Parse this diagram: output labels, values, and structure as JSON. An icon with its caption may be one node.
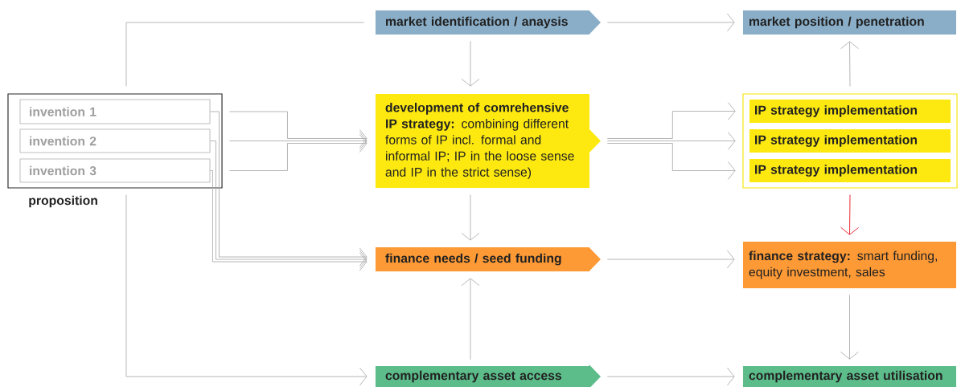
{
  "diagram": {
    "nodes": [
      {
        "text": [
          "proposition"
        ]
      },
      {
        "text": [
          "invention 1"
        ],
        "in": 0
      },
      {
        "text": [
          "invention 2"
        ],
        "in": 0
      },
      {
        "text": [
          "invention 3"
        ],
        "in": 0
      },
      {
        "text": [
          "market identification / anaysis"
        ]
      },
      {
        "text": [
          "**development of comrehensive IP strategy:** combining different forms of IP incl. formal and informal IP; IP in the loose sense and IP in the strict sense)"
        ]
      },
      {
        "text": [
          "finance needs / seed funding"
        ]
      },
      {
        "text": [
          "complementary asset access"
        ]
      },
      {
        "text": [
          "market position / penetration"
        ]
      },
      {
        "text": [],
        "shape": "box"
      },
      {
        "text": [
          "IP strategy implementation"
        ],
        "in": 9
      },
      {
        "text": [
          "IP strategy implementation"
        ],
        "in": 9
      },
      {
        "text": [
          "IP strategy implementation"
        ],
        "in": 9
      },
      {
        "text": [
          "**finance strategy:** smart funding, equity investment, sales"
        ]
      },
      {
        "text": [
          "complementary asset utilisation"
        ]
      }
    ],
    "edges": [
      {
        "from": 0,
        "to": 4,
        "arrow": "none"
      },
      {
        "from": 1,
        "to": 5,
        "arrow": "to"
      },
      {
        "from": 2,
        "to": 5,
        "arrow": "to"
      },
      {
        "from": 3,
        "to": 5,
        "arrow": "to"
      },
      {
        "from": 1,
        "to": 6,
        "arrow": "to"
      },
      {
        "from": 2,
        "to": 6,
        "arrow": "to"
      },
      {
        "from": 3,
        "to": 6,
        "arrow": "to"
      },
      {
        "from": 0,
        "to": 7,
        "arrow": "to"
      },
      {
        "from": 4,
        "to": 5,
        "arrow": "to"
      },
      {
        "from": 5,
        "to": 6,
        "arrow": "to"
      },
      {
        "from": 7,
        "to": 6,
        "arrow": "to"
      },
      {
        "from": 4,
        "to": 8,
        "arrow": "to"
      },
      {
        "from": 5,
        "to": 10,
        "arrow": "to"
      },
      {
        "from": 5,
        "to": 11,
        "arrow": "to"
      },
      {
        "from": 5,
        "to": 12,
        "arrow": "to"
      },
      {
        "from": 9,
        "to": 8,
        "arrow": "to"
      },
      {
        "from": 9,
        "to": 13,
        "arrow": "to",
        "color": "#e30613"
      },
      {
        "from": 6,
        "to": 13,
        "arrow": "to"
      },
      {
        "from": 13,
        "to": 14,
        "arrow": "to"
      },
      {
        "from": 7,
        "to": 14,
        "arrow": "to"
      }
    ]
  }
}
